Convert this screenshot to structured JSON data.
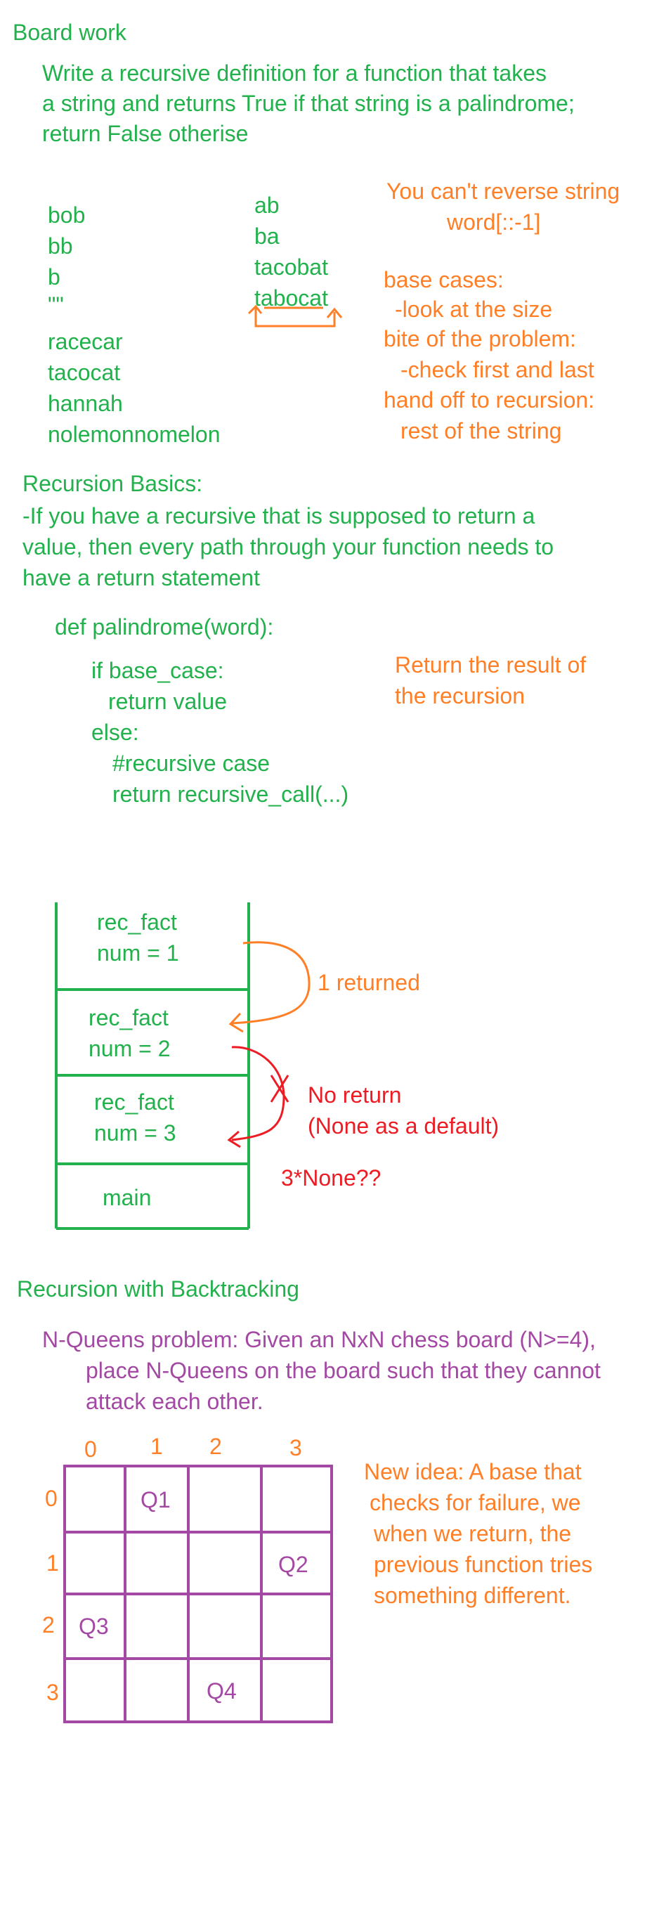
{
  "header": {
    "title": "Board work"
  },
  "prompt": {
    "lines": [
      "Write a recursive definition for a function that takes",
      "a string and returns True if that string is a palindrome;",
      "return False otherise"
    ]
  },
  "palindrome_examples": [
    "bob",
    "bb",
    "b",
    "\"\"",
    "racecar",
    "tacocat",
    "hannah",
    "nolemonnomelon"
  ],
  "non_palindrome_examples": [
    "ab",
    "ba",
    "tacobat",
    "tabocat"
  ],
  "reverse_note": {
    "line1": "You can't reverse string",
    "line2": "word[::-1]"
  },
  "case_notes": [
    "base cases:",
    "-look at the size",
    "bite of the problem:",
    "-check first and last",
    "hand off to recursion:",
    "rest of the string"
  ],
  "recursion_basics": {
    "heading": "Recursion Basics:",
    "lines": [
      "-If you have a recursive that is supposed to return a",
      "value, then every path through your function needs to",
      "have a return statement"
    ]
  },
  "code": {
    "def_line": "def palindrome(word):",
    "lines": [
      "if base_case:",
      "return value",
      "else:",
      "#recursive case",
      "return recursive_call(...)"
    ]
  },
  "return_note": {
    "line1": "Return the result of",
    "line2": "the recursion"
  },
  "call_stack": {
    "frames": [
      {
        "name": "rec_fact",
        "arg": "num = 1"
      },
      {
        "name": "rec_fact",
        "arg": "num = 2"
      },
      {
        "name": "rec_fact",
        "arg": "num = 3"
      },
      {
        "name": "main",
        "arg": ""
      }
    ],
    "returned_label": "1 returned",
    "no_return_line1": "No return",
    "no_return_line2": "(None as a default)",
    "none_product": "3*None??"
  },
  "backtracking": {
    "heading": "Recursion with Backtracking",
    "problem_lines": [
      "N-Queens problem: Given an NxN chess board (N>=4),",
      "place N-Queens on the board such that they cannot",
      "attack each other."
    ],
    "col_labels": [
      "0",
      "1",
      "2",
      "3"
    ],
    "row_labels": [
      "0",
      "1",
      "2",
      "3"
    ],
    "queens": [
      "Q1",
      "Q2",
      "Q3",
      "Q4"
    ],
    "idea_lines": [
      "New idea: A base that",
      "checks for failure, we",
      "when we return, the",
      "previous function tries",
      "something different."
    ]
  },
  "colors": {
    "green": "#22b14c",
    "orange": "#ff7f27",
    "red": "#ed1c24",
    "purple": "#a349a4"
  }
}
